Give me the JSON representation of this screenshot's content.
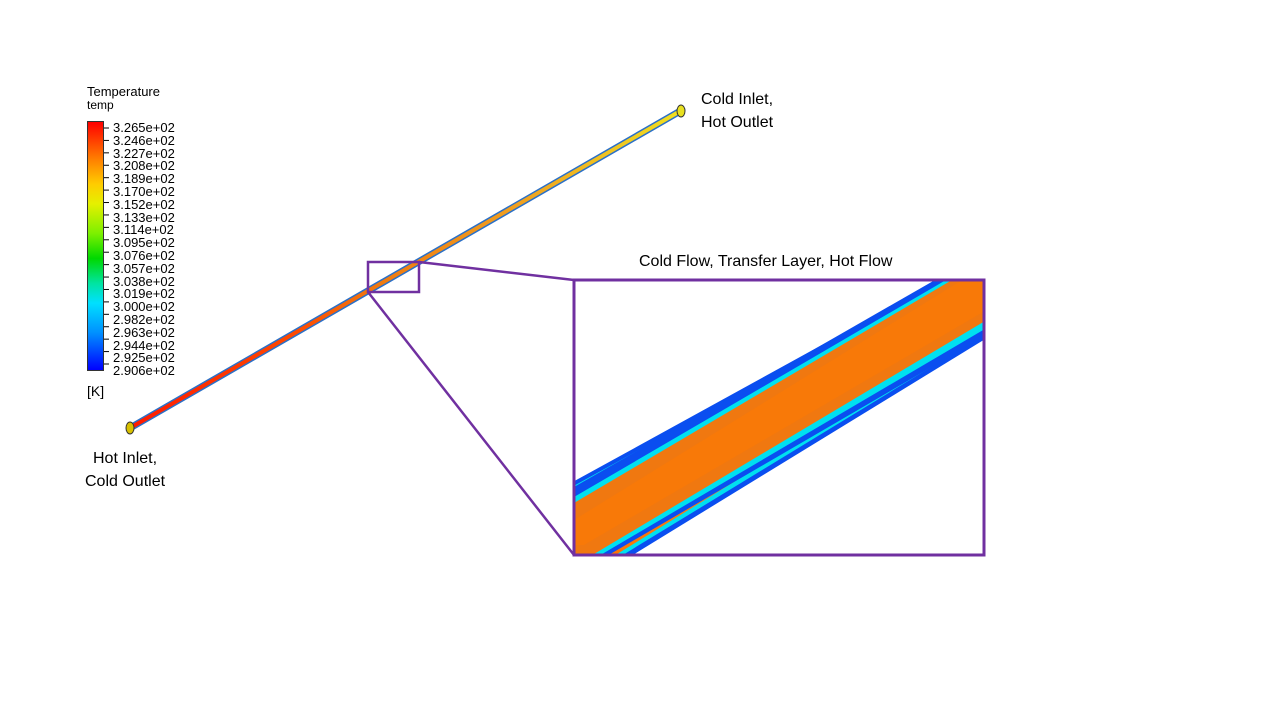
{
  "legend": {
    "title": "Temperature",
    "subtitle": "temp",
    "unit": "[K]",
    "ticks": [
      "3.265e+02",
      "3.246e+02",
      "3.227e+02",
      "3.208e+02",
      "3.189e+02",
      "3.170e+02",
      "3.152e+02",
      "3.133e+02",
      "3.114e+02",
      "3.095e+02",
      "3.076e+02",
      "3.057e+02",
      "3.038e+02",
      "3.019e+02",
      "3.000e+02",
      "2.982e+02",
      "2.963e+02",
      "2.944e+02",
      "2.925e+02",
      "2.906e+02"
    ]
  },
  "labels": {
    "cold_end_line1": "Cold Inlet,",
    "cold_end_line2": "Hot Outlet",
    "hot_end_line1": "Hot Inlet,",
    "hot_end_line2": "Cold Outlet",
    "zoom_title": "Cold Flow, Transfer Layer, Hot Flow"
  },
  "colors": {
    "hot": "#ff2000",
    "warm": "#f07a10",
    "cool_end": "#e8e020",
    "cold_layer": "#0a4ef0",
    "transfer_layer": "#00e0f0",
    "core": "#f08010",
    "callout": "#7030a0"
  }
}
